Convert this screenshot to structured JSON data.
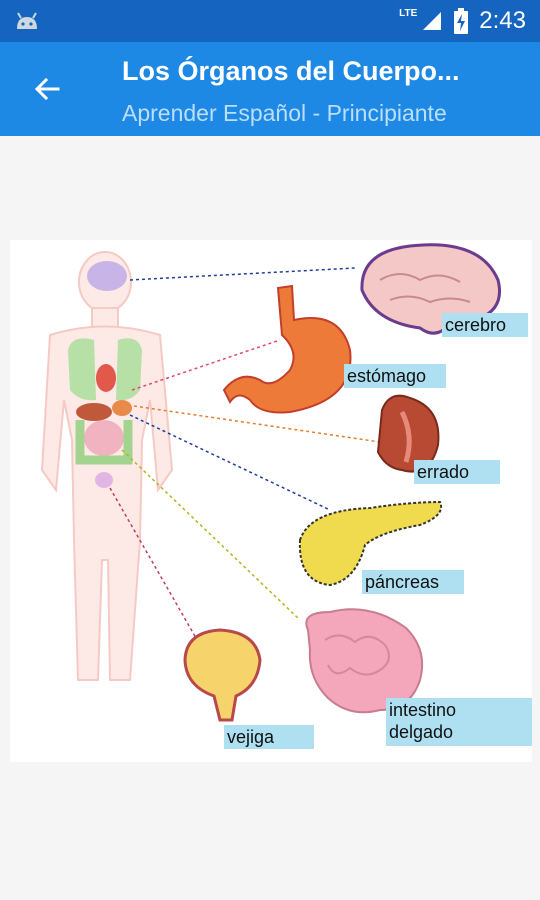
{
  "status_bar": {
    "network": "LTE",
    "time": "2:43"
  },
  "app_bar": {
    "title": "Los Órganos del Cuerpo...",
    "subtitle": "Aprender Español - Principiante"
  },
  "labels": {
    "cerebro": "cerebro",
    "estomago": "estómago",
    "higado": "errado",
    "pancreas": "páncreas",
    "intestino_line1": "intestino",
    "intestino_line2": "delgado",
    "vejiga": "vejiga"
  }
}
